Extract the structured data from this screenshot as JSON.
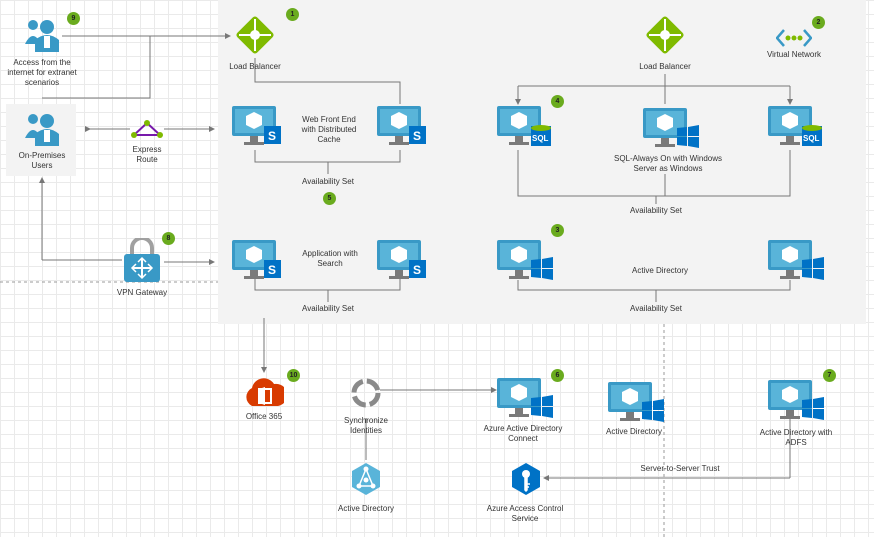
{
  "labels": {
    "extranet_users": "Access from the internet for extranet scenarios",
    "onprem_users": "On-Premises Users",
    "express_route": "Express Route",
    "vpn_gateway": "VPN Gateway",
    "lb_web": "Load Balancer",
    "lb_sql": "Load Balancer",
    "virtual_network": "Virtual Network",
    "web_front_end": "Web Front End with Distributed Cache",
    "avset_web": "Availability Set",
    "sql_always_on": "SQL-Always On with Windows Server as Windows",
    "avset_sql": "Availability Set",
    "app_search": "Application with Search",
    "avset_app": "Availability Set",
    "active_directory_vnet": "Active Directory",
    "avset_ad": "Availability Set",
    "office365": "Office 365",
    "sync_identities": "Synchronize Identities",
    "aad_connect": "Azure Active Directory Connect",
    "active_directory_mid": "Active Directory",
    "ad_adfs": "Active Directory with ADFS",
    "server_trust": "Server-to-Server Trust",
    "acs": "Azure Access Control Service",
    "active_directory_onprem": "Active Directory"
  },
  "badges": {
    "lb_web": "1",
    "vnet": "2",
    "ad_vnet": "3",
    "sql": "4",
    "web": "5",
    "aad_connect": "6",
    "adfs": "7",
    "vpn": "8",
    "extranet": "9",
    "office365": "10"
  },
  "colors": {
    "azure_blue": "#3999c6",
    "azure_dark": "#0072c6",
    "lb_green": "#7fba00",
    "badge_green": "#6aab1e",
    "office_red": "#d83b01",
    "express_purple": "#7719aa"
  }
}
